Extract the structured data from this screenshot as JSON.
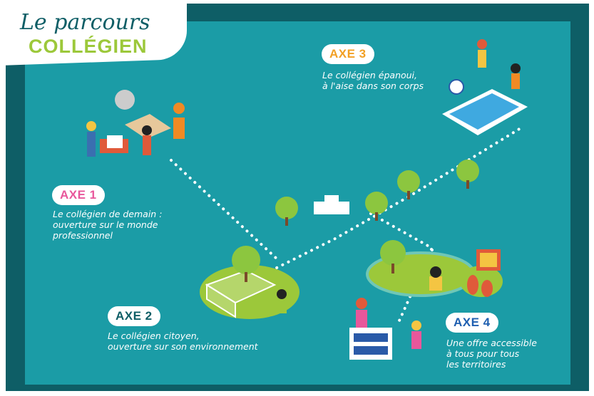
{
  "title": {
    "line1": "Le parcours",
    "line2": "COLLÉGIEN"
  },
  "axes": [
    {
      "label": "AXE 1",
      "color": "#e8579b",
      "text": "Le collégien de demain :\nouverture sur le monde\nprofessionnel"
    },
    {
      "label": "AXE 2",
      "color": "#0e5e66",
      "text": "Le collégien citoyen,\nouverture sur son environnement"
    },
    {
      "label": "AXE 3",
      "color": "#f2a024",
      "text": "Le collégien épanoui,\nà l'aise dans son corps"
    },
    {
      "label": "AXE 4",
      "color": "#1f5fb0",
      "text": "Une offre accessible\nà tous pour tous\nles territoires"
    }
  ],
  "colors": {
    "frame": "#0e5e66",
    "panel": "#1b9ca6",
    "accent": "#9cc83a"
  }
}
